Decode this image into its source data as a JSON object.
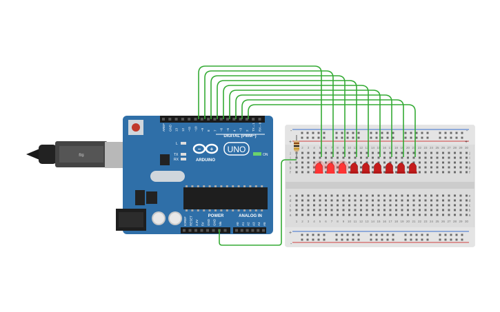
{
  "arduino": {
    "brand": "ARDUINO",
    "model": "UNO",
    "digital_label": "DIGITAL (PWM~)",
    "power_label": "POWER",
    "analog_label": "ANALOG IN",
    "on_label": "ON",
    "led_labels": [
      "L",
      "TX",
      "RX"
    ],
    "digital_pins": [
      "AREF",
      "GND",
      "13",
      "12",
      "~11",
      "~10",
      "~9",
      "8",
      "7",
      "~6",
      "~5",
      "4",
      "~3",
      "2",
      "TX→1",
      "RX←0"
    ],
    "power_pins": [
      "IOREF",
      "RESET",
      "3.3V",
      "5V",
      "GND",
      "GND",
      "Vin"
    ],
    "analog_pins": [
      "A0",
      "A1",
      "A2",
      "A3",
      "A4",
      "A5"
    ],
    "colors": {
      "board": "#2f6fa8",
      "wire": "#33aa33",
      "led": "#e02020"
    }
  },
  "breadboard": {
    "columns": [
      "1",
      "2",
      "3",
      "4",
      "5",
      "6",
      "7",
      "8",
      "9",
      "10",
      "11",
      "12",
      "13",
      "14",
      "15",
      "16",
      "17",
      "18",
      "19",
      "20",
      "21",
      "22",
      "23",
      "24",
      "25",
      "26",
      "27",
      "28",
      "29",
      "30"
    ],
    "rows_top": [
      "a",
      "b",
      "c",
      "d",
      "e"
    ],
    "rows_bottom": [
      "f",
      "g",
      "h",
      "i",
      "j"
    ],
    "rail_plus": "+",
    "rail_minus": "-"
  },
  "leds": {
    "count": 9,
    "lit": 3
  }
}
